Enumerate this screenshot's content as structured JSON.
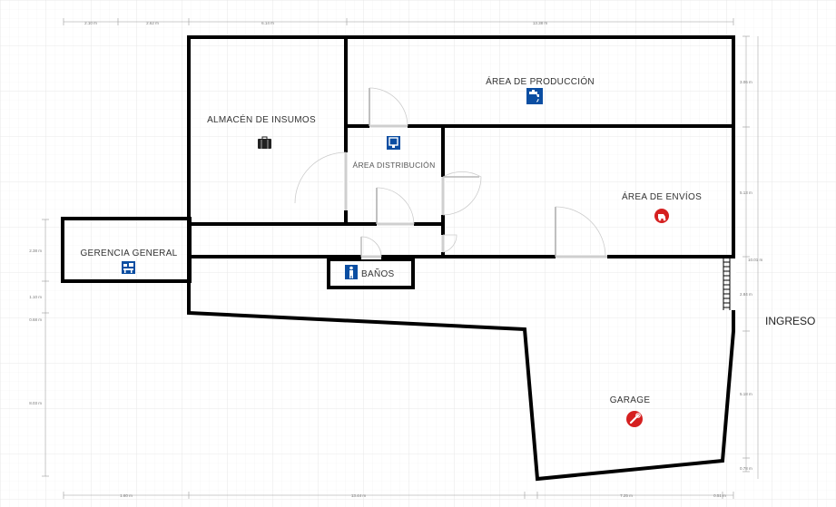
{
  "rooms": {
    "almacen": "ALMACÉN DE INSUMOS",
    "produccion": "ÁREA DE PRODUCCIÓN",
    "distribucion": "ÁREA DISTRIBUCIÓN",
    "envios": "ÁREA DE ENVÍOS",
    "gerencia": "GERENCIA GENERAL",
    "banos": "BAÑOS",
    "garage": "GARAGE"
  },
  "entrance_label": "INGRESO",
  "dimensions": {
    "top": [
      "2.10 m",
      "2.62 m",
      "6.14 m",
      "13.38 m"
    ],
    "bottom": [
      "1.60 m",
      "13.44 m",
      "7.25 m",
      "0.51 m"
    ],
    "left": [
      "2.38 m",
      "1.10 m",
      "0.68 m",
      "8.03 m"
    ],
    "right": [
      "3.06 m",
      "5.13 m",
      "10.01 m",
      "2.84 m",
      "5.18 m",
      "0.78 m"
    ]
  },
  "icons": {
    "almacen": "briefcase-icon",
    "produccion": "water-tap-icon",
    "distribucion": "dispatch-icon",
    "envios": "delivery-icon",
    "gerencia": "office-icon",
    "banos": "restroom-icon",
    "garage": "wrench-icon"
  },
  "colors": {
    "wall": "#000000",
    "grid": "#eeeeee",
    "blue_icon": "#0b4ea2",
    "red_icon": "#d52020"
  }
}
